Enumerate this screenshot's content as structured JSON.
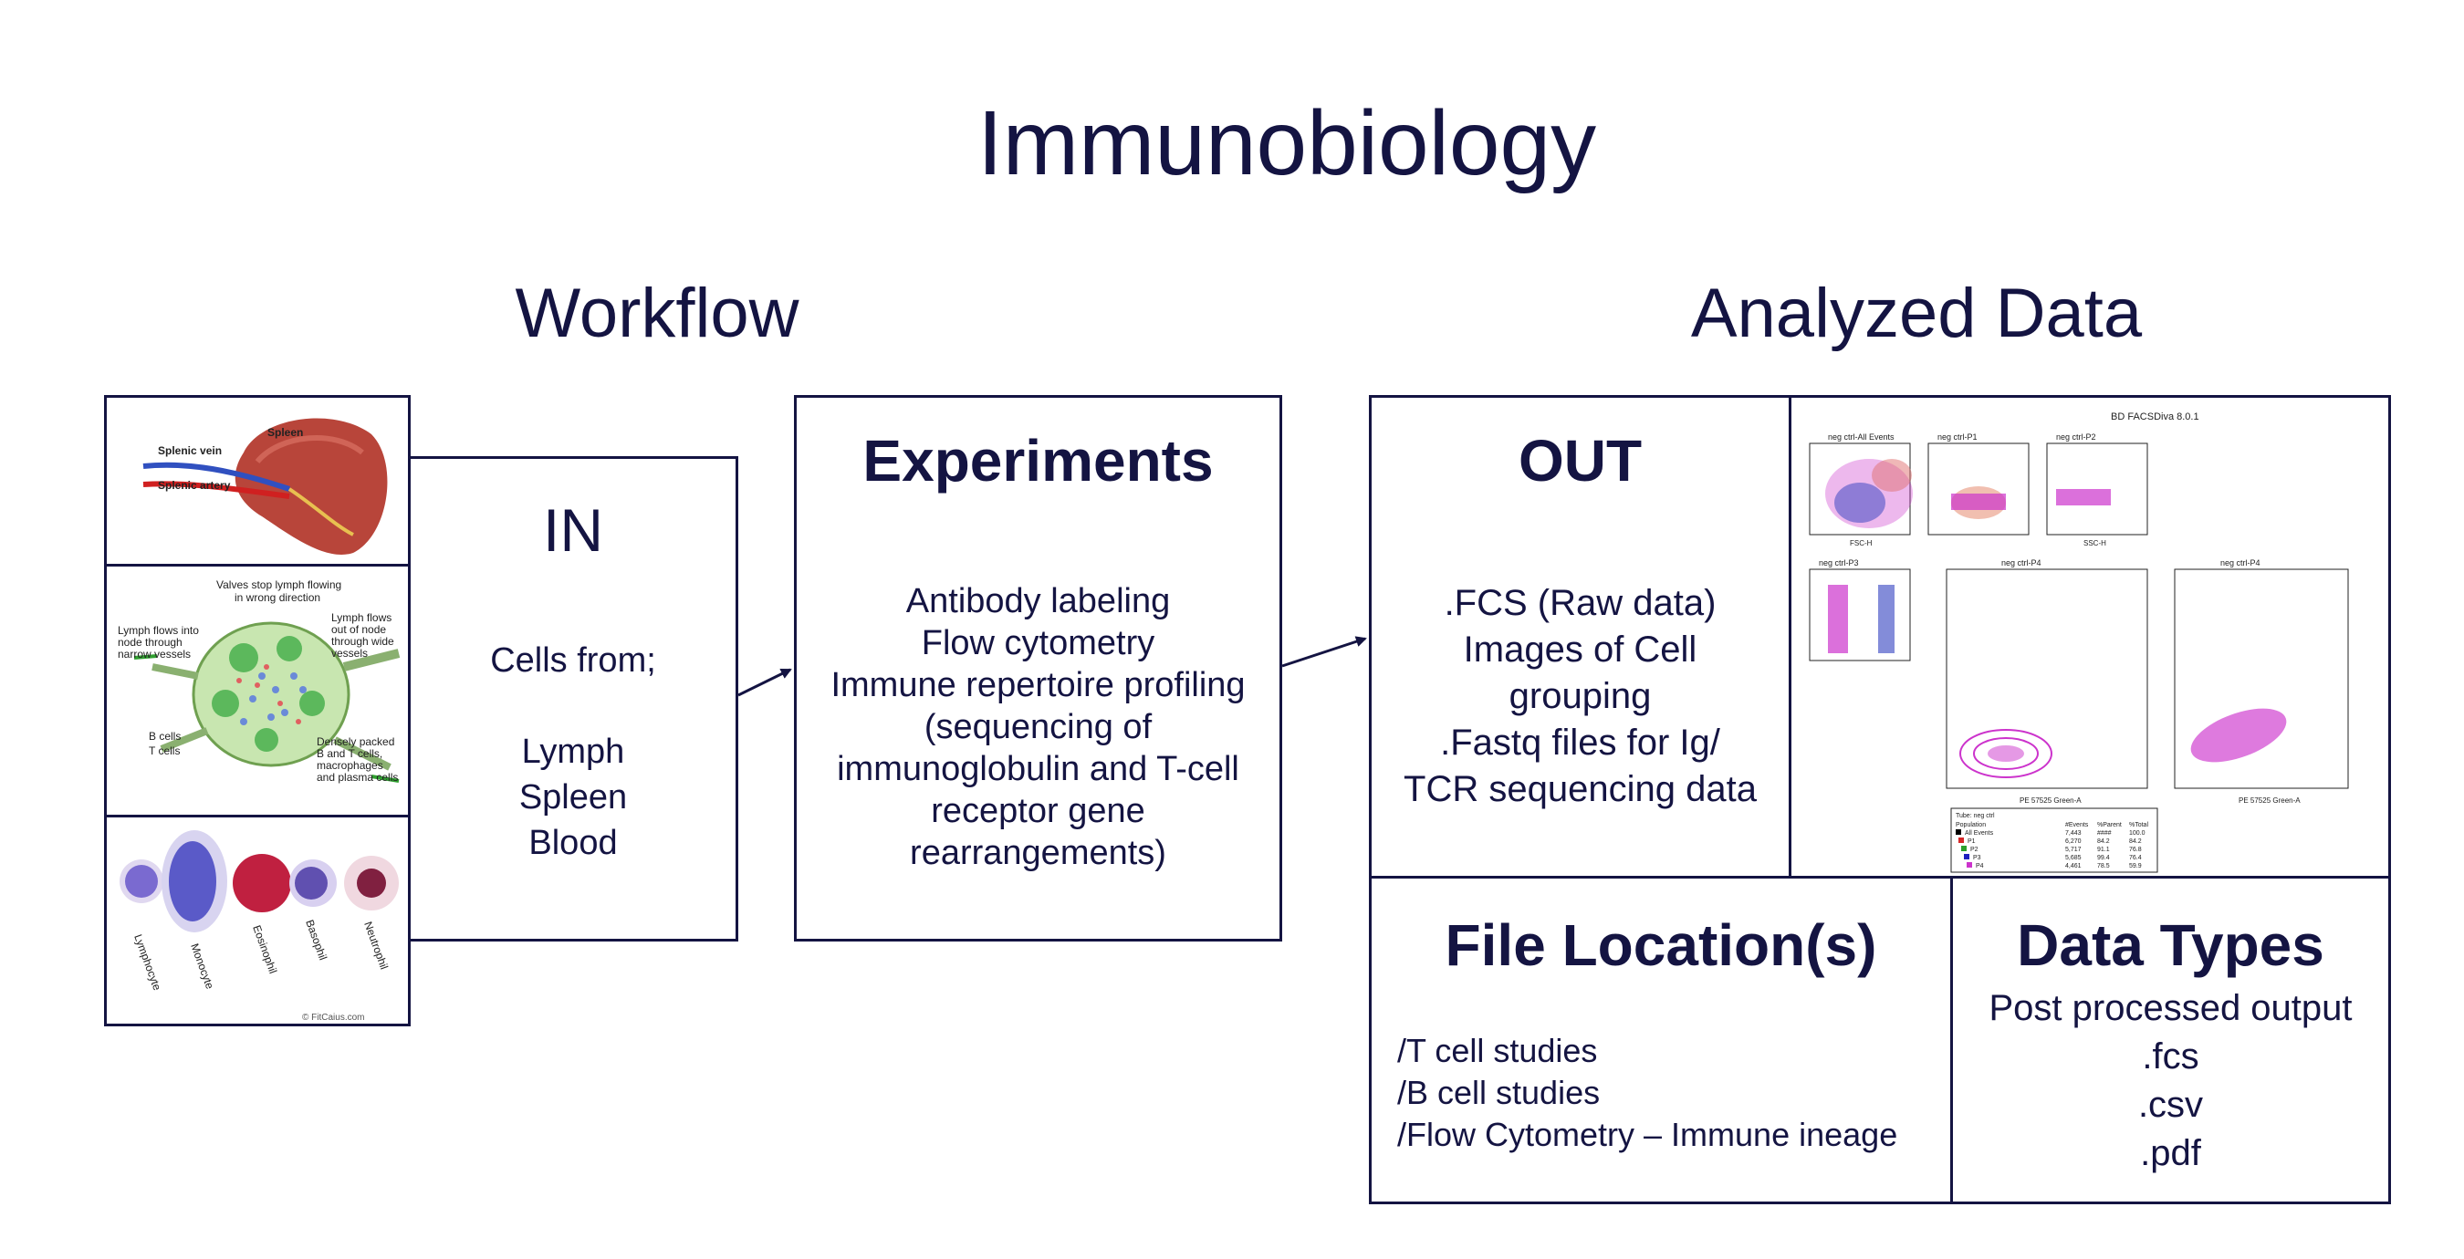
{
  "title": "Immunobiology",
  "sections": {
    "workflow": "Workflow",
    "analyzed": "Analyzed Data"
  },
  "in_box": {
    "heading": "IN",
    "lines": [
      "Cells from;",
      "",
      "Lymph",
      "Spleen",
      "Blood"
    ]
  },
  "experiments_box": {
    "heading": "Experiments",
    "lines": [
      "Antibody labeling",
      "Flow cytometry",
      "Immune repertoire profiling",
      "(sequencing of",
      "immunoglobulin and T-cell",
      "receptor gene",
      "rearrangements)"
    ]
  },
  "out_box": {
    "heading": "OUT",
    "lines": [
      ".FCS (Raw data)",
      "Images of Cell",
      "grouping",
      ".Fastq files for Ig/",
      "TCR sequencing data"
    ]
  },
  "file_location_box": {
    "heading": "File Location(s)",
    "lines": [
      "/T cell studies",
      "/B cell studies",
      "/Flow Cytometry – Immune ineage"
    ]
  },
  "data_types_box": {
    "heading": "Data Types",
    "lines": [
      "Post processed output",
      ".fcs",
      ".csv",
      ".pdf"
    ]
  },
  "images": {
    "spleen": {
      "labels": [
        "Splenic vein",
        "Splenic artery",
        "Spleen"
      ]
    },
    "lymph_node": {
      "labels": [
        "Valves stop lymph flowing",
        "in wrong direction",
        "Lymph flows into",
        "node through",
        "narrow vessels",
        "Lymph flows",
        "out of node",
        "through wide",
        "vessels",
        "B cells",
        "T cells",
        "Densely packed",
        "B and T cells,",
        "macrophages",
        "and plasma cells"
      ]
    },
    "blood_cells": {
      "labels": [
        "Lymphocyte",
        "Monocyte",
        "Eosinophil",
        "Basophil",
        "Neutrophil",
        "© FitCaius.com"
      ]
    },
    "flow_plot": {
      "header": "BD FACSDiva 8.0.1",
      "plot_titles": [
        "neg ctrl-All Events",
        "neg ctrl-P1",
        "neg ctrl-P2",
        "neg ctrl-P3",
        "neg ctrl-P4",
        "neg ctrl-P4"
      ],
      "axis_labels": [
        "FSC-H",
        "SSC-H",
        "PE 57525 Green-A",
        "PE 57525 Green-A"
      ],
      "table_header": [
        "Population",
        "#Events",
        "%Parent",
        "%Total"
      ],
      "table_title": "Tube: neg ctrl",
      "table_rows": [
        [
          "All Events",
          "7,443",
          "####",
          "100.0"
        ],
        [
          "P1",
          "6,270",
          "84.2",
          "84.2"
        ],
        [
          "P2",
          "5,717",
          "91.1",
          "76.8"
        ],
        [
          "P3",
          "5,685",
          "99.4",
          "76.4"
        ],
        [
          "P4",
          "4,461",
          "78.5",
          "59.9"
        ]
      ],
      "colors": [
        "#000000",
        "#d62728",
        "#2ca02c",
        "#1f1fbf",
        "#cc33cc"
      ]
    }
  },
  "colors": {
    "border": "#141442",
    "text": "#141442",
    "magenta": "#cc33cc",
    "blue": "#3040c0"
  }
}
